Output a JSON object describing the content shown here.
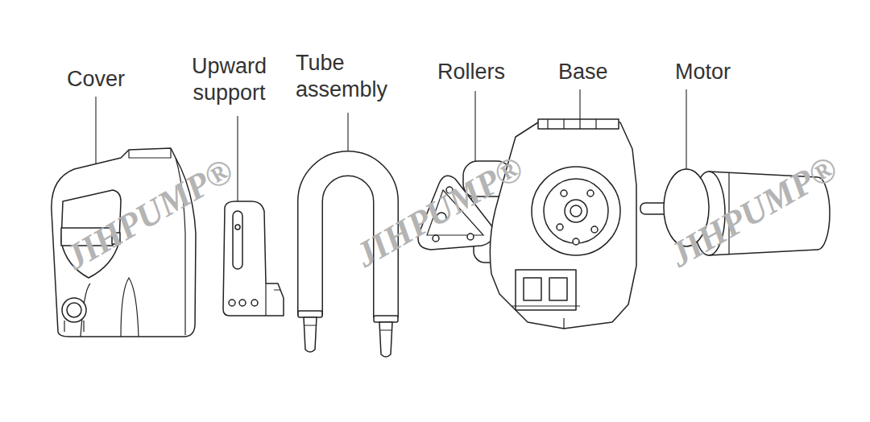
{
  "diagram": {
    "labels": [
      "Cover",
      "Upward support",
      "Tube assembly",
      "Rollers",
      "Base",
      "Motor",
      "JIHPUMP®",
      "JIHPUMP®",
      "JIHPUMP®"
    ]
  }
}
